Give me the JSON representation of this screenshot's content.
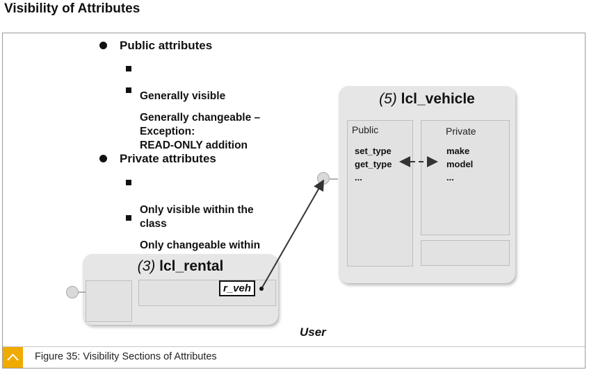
{
  "page": {
    "title": "Visibility of Attributes"
  },
  "bullets": {
    "public": {
      "label": "Public attributes",
      "sub": [
        "Generally visible",
        "Generally changeable –\nException:\nREAD-ONLY addition"
      ]
    },
    "private": {
      "label": "Private attributes",
      "sub": [
        "Only visible within the\nclass",
        "Only changeable within\nthe class"
      ]
    }
  },
  "vehicle_class": {
    "number": "(5)",
    "name": "lcl_vehicle",
    "public_label": "Public",
    "private_label": "Private",
    "public_members": [
      "set_type",
      "get_type",
      "..."
    ],
    "private_members": [
      "make",
      "model",
      "..."
    ]
  },
  "rental_class": {
    "number": "(3)",
    "name": "lcl_rental",
    "reference": "r_veh"
  },
  "user_label": "User",
  "caption": {
    "text": "Figure 35: Visibility Sections of Attributes",
    "accent_color": "#f0ab00",
    "icon": "chevron-up-icon"
  }
}
